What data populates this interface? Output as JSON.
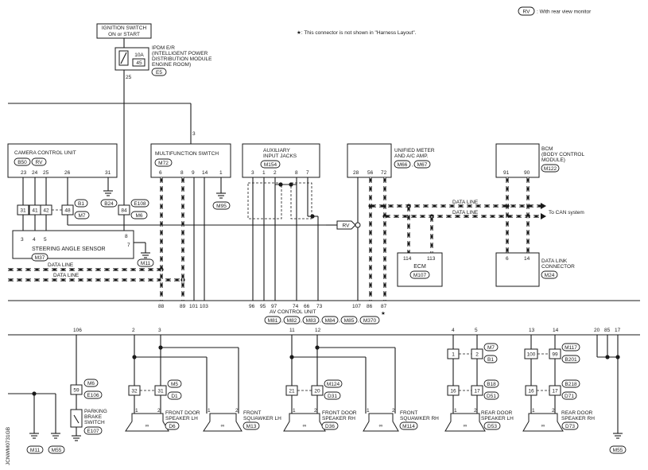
{
  "legend": {
    "rv_tag": "RV",
    "rv_text": ": With rear view monitor",
    "star_note": "★: This connector is not shown in \"Harness Layout\"."
  },
  "ignition": {
    "line1": "IGNITION SWITCH",
    "line2": "ON or START"
  },
  "ipdm": {
    "lines": [
      "IPDM E/R",
      "(INTELLIGENT POWER",
      "DISTRIBUTION MODULE",
      "ENGINE ROOM)"
    ],
    "fuse_amp": "10A",
    "fuse_no": "45",
    "pin": "25",
    "connector": "E5"
  },
  "camera": {
    "title": "CAMERA CONTROL UNIT",
    "connector": "B50",
    "rv": "RV",
    "pins": [
      "23",
      "24",
      "25",
      "26",
      "31"
    ],
    "ground": "B24"
  },
  "joint": {
    "left_pins": [
      "31",
      "41",
      "42",
      "48"
    ],
    "right_pin": "84",
    "c1": "B1",
    "c2": "M7",
    "c3": "E108",
    "c4": "M6"
  },
  "steering": {
    "title": "STEERING ANGLE SENSOR",
    "connector": "M37",
    "pins": [
      "3",
      "4",
      "5",
      "8",
      "7"
    ],
    "ground": "M11"
  },
  "multifunction": {
    "title": "MULTIFUNCTION SWITCH",
    "connector": "M72",
    "pins": [
      "6",
      "8",
      "9",
      "14",
      "1"
    ],
    "ground": "M95",
    "top_pin": "3"
  },
  "aux": {
    "lines": [
      "AUXILIARY",
      "INPUT JACKS"
    ],
    "connector": "M154",
    "pins": [
      "3",
      "1",
      "2",
      "8",
      "7"
    ]
  },
  "meter": {
    "lines": [
      "UNIFIED METER",
      "AND A/C AMP."
    ],
    "connectors": [
      "M66",
      "M67"
    ],
    "pins": [
      "28",
      "56",
      "72"
    ]
  },
  "bcm": {
    "lines": [
      "BCM",
      "(BODY CONTROL",
      "MODULE)"
    ],
    "connector": "M122",
    "pins": [
      "91",
      "90"
    ]
  },
  "ecm": {
    "title": "ECM",
    "connector": "M107",
    "pins": [
      "114",
      "113"
    ]
  },
  "dlc": {
    "lines": [
      "DATA LINK",
      "CONNECTOR"
    ],
    "connector": "M24",
    "pins": [
      "6",
      "14"
    ]
  },
  "datalines": [
    "DATA LINE",
    "DATA LINE",
    "DATA LINE",
    "DATA LINE"
  ],
  "to_can": "To CAN system",
  "rv_mark": "RV",
  "av": {
    "title": "AV CONTROL UNIT",
    "connectors": [
      "M81",
      "M82",
      "M83",
      "M84",
      "M85",
      "M370"
    ],
    "top_pins": [
      "88",
      "89",
      "101",
      "103",
      "96",
      "95",
      "97",
      "74",
      "66",
      "73",
      "107",
      "86",
      "87"
    ],
    "bottom_pins": [
      "106",
      "2",
      "3",
      "11",
      "12",
      "4",
      "5",
      "13",
      "14",
      "20",
      "85",
      "17"
    ],
    "star": "★"
  },
  "parking": {
    "pins": [
      "59"
    ],
    "lines": [
      "PARKING",
      "BRAKE",
      "SWITCH"
    ],
    "c1": "M6",
    "c2": "E106",
    "c3": "E107"
  },
  "grounds_bottom": [
    "M11",
    "M55",
    "M55"
  ],
  "fdlh": {
    "lines": [
      "FRONT DOOR",
      "SPEAKER LH"
    ],
    "connector": "D6",
    "joint": [
      "32",
      "31"
    ],
    "c1": "M5",
    "c2": "D1"
  },
  "fslh": {
    "lines": [
      "FRONT",
      "SQUAWKER LH"
    ],
    "connector": "M13"
  },
  "fdrh": {
    "lines": [
      "FRONT DOOR",
      "SPEAKER RH"
    ],
    "connector": "D36",
    "joint": [
      "21",
      "20"
    ],
    "c1": "M124",
    "c2": "D31"
  },
  "fsrh": {
    "lines": [
      "FRONT",
      "SQUAWKER RH"
    ],
    "connector": "M114"
  },
  "rdlh": {
    "lines": [
      "REAR DOOR",
      "SPEAKER LH"
    ],
    "connector": "D53",
    "j1": [
      "1",
      "2"
    ],
    "c1": "M7",
    "c2": "B1",
    "j2": [
      "16",
      "17"
    ],
    "c3": "B18",
    "c4": "D51"
  },
  "rdrh": {
    "lines": [
      "REAR DOOR",
      "SPEAKER RH"
    ],
    "connector": "D73",
    "j1": [
      "100",
      "99"
    ],
    "c1": "M117",
    "c2": "B201",
    "j2": [
      "16",
      "17"
    ],
    "c3": "B218",
    "c4": "D71"
  },
  "spk_pins": [
    "1",
    "2"
  ],
  "side_code": "JCNWM0731GB",
  "colors": {
    "line": "#1a1a1a",
    "dataline_alt": "#ffffff"
  }
}
